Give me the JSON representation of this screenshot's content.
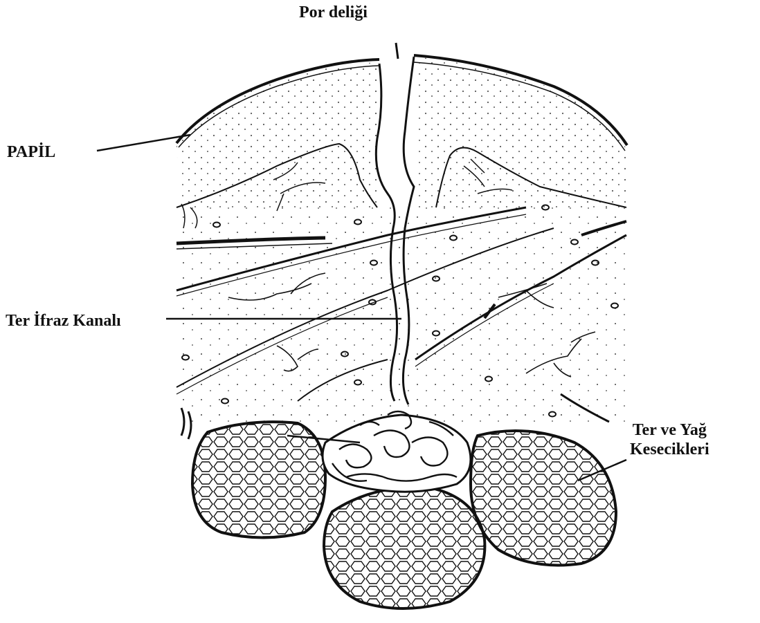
{
  "diagram": {
    "labels": {
      "pore": "Por deliği",
      "papilla": "PAPİL",
      "duct": "Ter İfraz Kanalı",
      "glands_line1": "Ter ve Yağ",
      "glands_line2": "Kesecikleri"
    },
    "colors": {
      "ink": "#111111",
      "background": "#ffffff"
    }
  }
}
